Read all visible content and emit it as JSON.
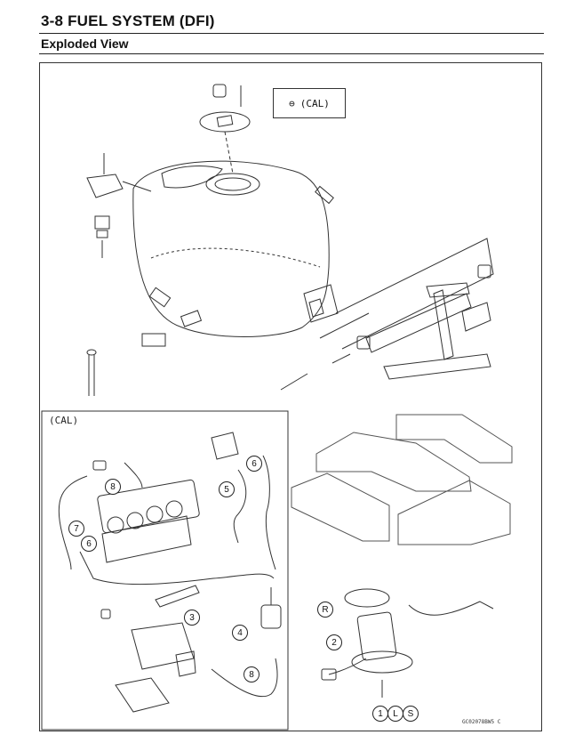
{
  "header": {
    "title": "3-8 FUEL SYSTEM (DFI)",
    "subtitle": "Exploded View"
  },
  "legend_box": {
    "text": "(CAL)"
  },
  "inset": {
    "label": "(CAL)"
  },
  "callouts": {
    "c1": "1",
    "c2": "2",
    "c3": "3",
    "c4": "4",
    "c5": "5",
    "c6a": "6",
    "c6b": "6",
    "c7": "7",
    "c8a": "8",
    "c8b": "8",
    "cR": "R",
    "cL": "L",
    "cS": "S"
  },
  "drawing_code": "GC02078BW5 C"
}
